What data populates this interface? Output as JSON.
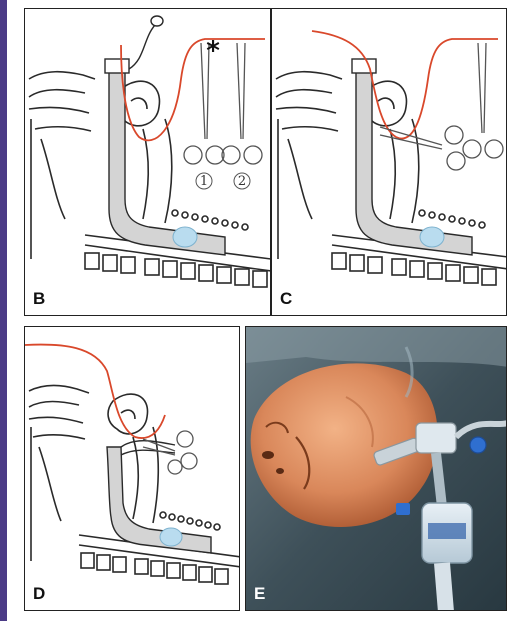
{
  "figure": {
    "panels": [
      {
        "label": "B",
        "clamp_numbers": [
          "1",
          "2"
        ],
        "marker": "*"
      },
      {
        "label": "C"
      },
      {
        "label": "D"
      },
      {
        "label": "E"
      }
    ]
  },
  "colors": {
    "accent_bar": "#4b3b86",
    "suture_line": "#d9482b",
    "airway_tube": "#d4d4d4",
    "outline": "#2a2a2a",
    "balloon": "#b9dcef"
  }
}
